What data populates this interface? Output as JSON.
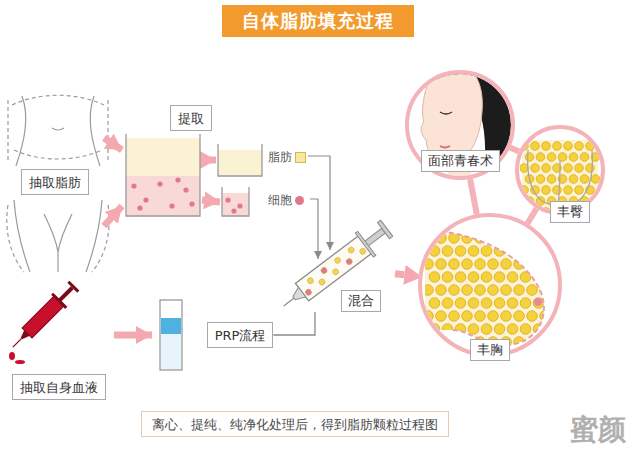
{
  "diagram": {
    "title": "自体脂肪填充过程",
    "caption": "离心、提纯、纯净化处理后，得到脂肪颗粒过程图",
    "nodes": [
      {
        "text": [
          "抽取脂肪"
        ]
      },
      {
        "text": [
          "提取"
        ]
      },
      {
        "text": [
          "面部青春术"
        ]
      },
      {
        "text": [
          "丰臀"
        ]
      },
      {
        "text": [
          "混合"
        ]
      },
      {
        "text": [
          "丰胸"
        ]
      },
      {
        "text": [
          "PRP流程"
        ]
      },
      {
        "text": [
          "抽取自身血液"
        ]
      }
    ],
    "edges": [
      {
        "from": 2,
        "to": 3,
        "arrow": "none"
      },
      {
        "from": 2,
        "to": 5,
        "arrow": "none"
      },
      {
        "from": 3,
        "to": 5,
        "arrow": "none"
      },
      {
        "from": 4,
        "to": 5,
        "arrow": "to"
      },
      {
        "from": 6,
        "to": 4,
        "arrow": "none"
      }
    ],
    "labels": [
      "蜜颜"
    ],
    "legend": [
      {
        "text": "脂肪",
        "color": "#f7e7a1"
      },
      {
        "text": "细胞",
        "color": "#e2798a"
      }
    ]
  }
}
